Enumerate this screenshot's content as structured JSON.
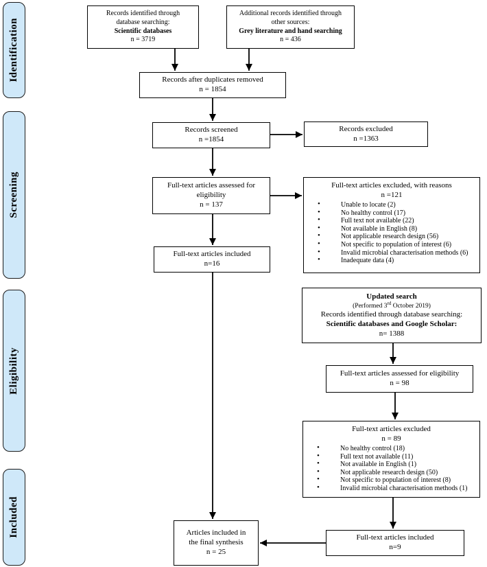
{
  "diagram": "PRISMA flow diagram",
  "colors": {
    "stage_fill": "#cfe8f9",
    "box_border": "#000000",
    "stage_border": "#1a1a1a",
    "arrow": "#000000"
  },
  "sidebar": {
    "stages": [
      {
        "label": "Identification"
      },
      {
        "label": "Screening"
      },
      {
        "label": "Eligibility"
      },
      {
        "label": "Included"
      }
    ]
  },
  "boxes": {
    "identified_db": {
      "line1": "Records identified through",
      "line2": "database searching:",
      "bold_line": "Scientific databases",
      "count": "n = 3719"
    },
    "identified_other": {
      "line1": "Additional records identified through",
      "line2": "other sources:",
      "bold_line": "Grey literature and hand searching",
      "count": "n = 436"
    },
    "duplicates_removed": {
      "line": "Records after duplicates removed",
      "count": "n = 1854"
    },
    "records_screened": {
      "line": "Records screened",
      "count": "n =1854"
    },
    "records_excluded": {
      "line": "Records excluded",
      "count": "n =1363"
    },
    "fulltext_assessed": {
      "line1": "Full-text articles assessed for",
      "line2": "eligibility",
      "count": "n = 137"
    },
    "fulltext_excluded_reasons": {
      "title": "Full-text articles excluded, with reasons",
      "count": "n =121",
      "reasons": [
        "Unable to locate (2)",
        "No healthy control (17)",
        "Full text not available (22)",
        "Not available in English (8)",
        "Not applicable research design (56)",
        "Not specific to population of interest (6)",
        "Invalid microbial characterisation methods (6)",
        "Inadequate data (4)"
      ]
    },
    "fulltext_included": {
      "line": "Full-text articles included",
      "count": "n=16"
    },
    "updated_search": {
      "title": "Updated search",
      "performed_pre": "(Performed 3",
      "performed_sup": "rd",
      "performed_post": " October 2019)",
      "line": "Records identified through database searching:",
      "bold_line": "Scientific databases and Google Scholar:",
      "count": "n= 1388"
    },
    "fulltext_assessed2": {
      "line": "Full-text articles assessed for eligibility",
      "count": "n = 98"
    },
    "fulltext_excluded2": {
      "title": "Full-text articles excluded",
      "count": "n = 89",
      "reasons": [
        "No healthy control (18)",
        "Full text not available (11)",
        "Not available in English (1)",
        "Not applicable research design (50)",
        "Not specific to population of interest (8)",
        "Invalid microbial characterisation methods (1)"
      ]
    },
    "final_synthesis": {
      "line1": "Articles included in",
      "line2": "the final synthesis",
      "count": "n = 25"
    },
    "fulltext_included2": {
      "line": "Full-text articles included",
      "count": "n=9"
    }
  }
}
